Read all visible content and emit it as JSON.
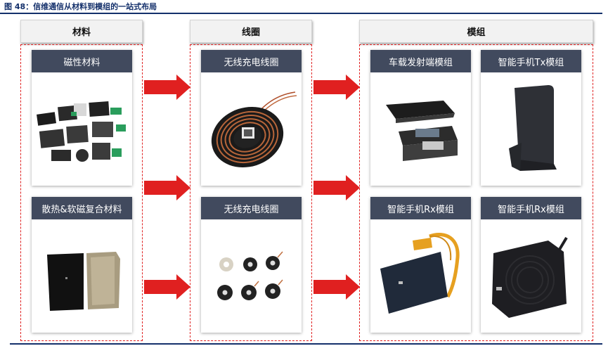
{
  "figure_title": "图 48：信维通信从材料到模组的一站式布局",
  "columns": [
    {
      "label": "材料"
    },
    {
      "label": "线圈"
    },
    {
      "label": "模组"
    }
  ],
  "cards": {
    "magnetic_material": "磁性材料",
    "wireless_coil_1": "无线充电线圈",
    "vehicle_tx_module": "车载发射端模组",
    "phone_tx_module": "智能手机Tx模组",
    "heat_soft_magnetic_material": "散热&软磁复合材料",
    "wireless_coil_2": "无线充电线圈",
    "phone_rx_module_1": "智能手机Rx模组",
    "phone_rx_module_2": "智能手机Rx模组"
  },
  "colors": {
    "accent_red": "#e02020",
    "label_bg": "#414a5e",
    "title_blue": "#14306b"
  }
}
